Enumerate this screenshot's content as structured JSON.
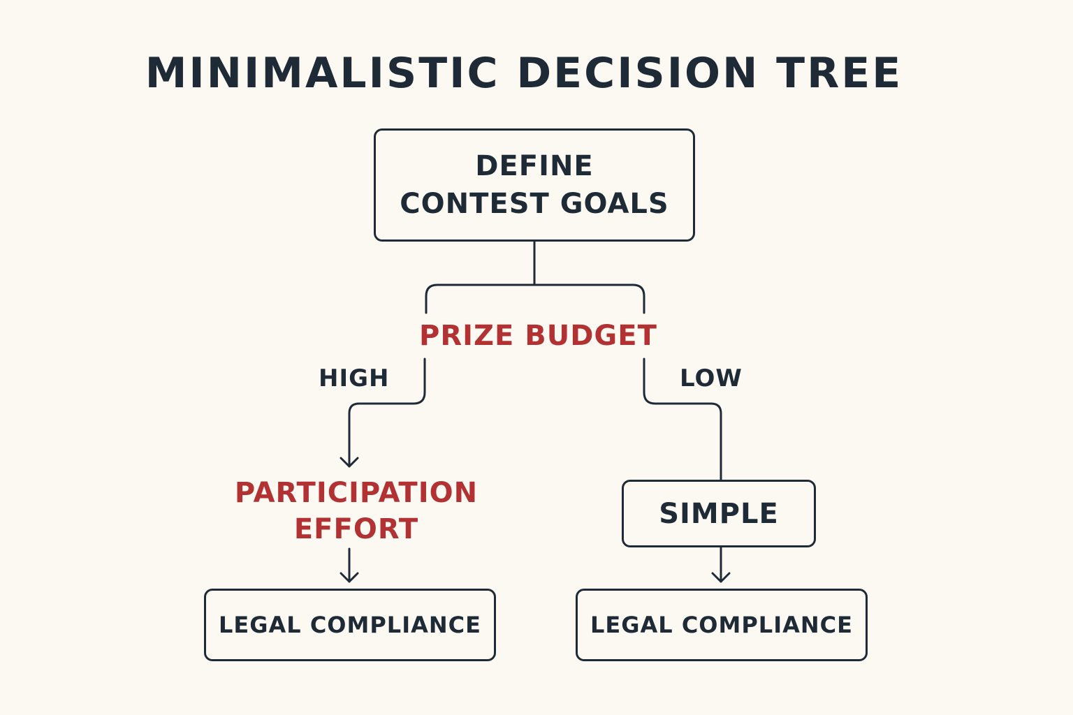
{
  "title": "MINIMALISTIC DECISION TREE",
  "root": {
    "line1": "DEFINE",
    "line2": "CONTEST GOALS"
  },
  "decision": {
    "label": "PRIZE BUDGET",
    "branch_left": "HIGH",
    "branch_right": "LOW"
  },
  "left_branch": {
    "line1": "PARTICIPATION",
    "line2": "EFFORT",
    "leaf": "LEGAL COMPLIANCE"
  },
  "right_branch": {
    "node": "SIMPLE",
    "leaf": "LEGAL COMPLIANCE"
  },
  "colors": {
    "text": "#1f2a37",
    "accent": "#b23234",
    "background": "#fcf9f3"
  }
}
